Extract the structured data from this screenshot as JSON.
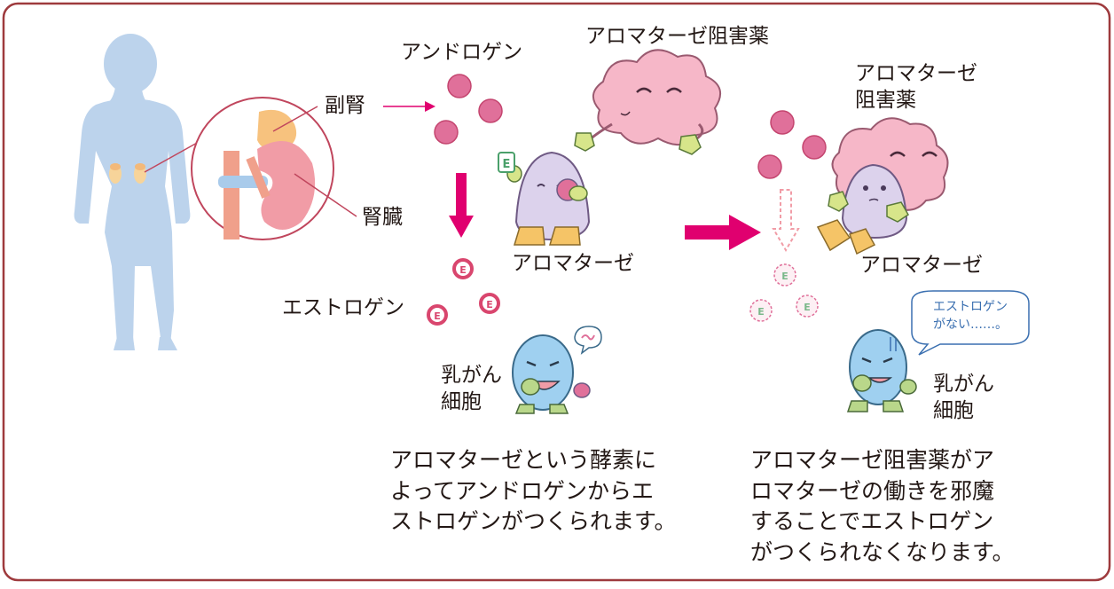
{
  "left": {
    "adrenal_label": "副腎",
    "kidney_label": "腎臓",
    "androgen_label": "アンドロゲン",
    "inhibitor_label": "アロマターゼ阻害薬",
    "aromatase_label": "アロマターゼ",
    "estrogen_label": "エストロゲン",
    "estrogen_mark": "E",
    "cancer_cell_label_1": "乳がん",
    "cancer_cell_label_2": "細胞",
    "caption_lines": [
      "アロマターゼという酵素に",
      "よってアンドロゲンからエ",
      "ストロゲンがつくられます。"
    ]
  },
  "right": {
    "inhibitor_label_1": "アロマターゼ",
    "inhibitor_label_2": "阻害薬",
    "aromatase_label": "アロマターゼ",
    "estrogen_mark": "E",
    "speech_line_1": "エストロゲン",
    "speech_line_2": "がない……。",
    "cancer_cell_label_1": "乳がん",
    "cancer_cell_label_2": "細胞",
    "caption_lines": [
      "アロマターゼ阻害薬がア",
      "ロマターゼの働きを邪魔",
      "することでエストロゲン",
      "がつくられなくなります。"
    ]
  },
  "colors": {
    "frame": "#9e3a3d",
    "body_silhouette": "#bcd3ec",
    "androgen_ball": "#e0709a",
    "pink_arrow": "#e0006f",
    "estrogen_ball": "#d9466e",
    "aromatase_body": "#dcd2ec",
    "inhibitor_cloud": "#f6b7c8",
    "cancer_cell": "#9fd0f0",
    "glove": "#d7e58a",
    "shoe": "#f5c467"
  }
}
